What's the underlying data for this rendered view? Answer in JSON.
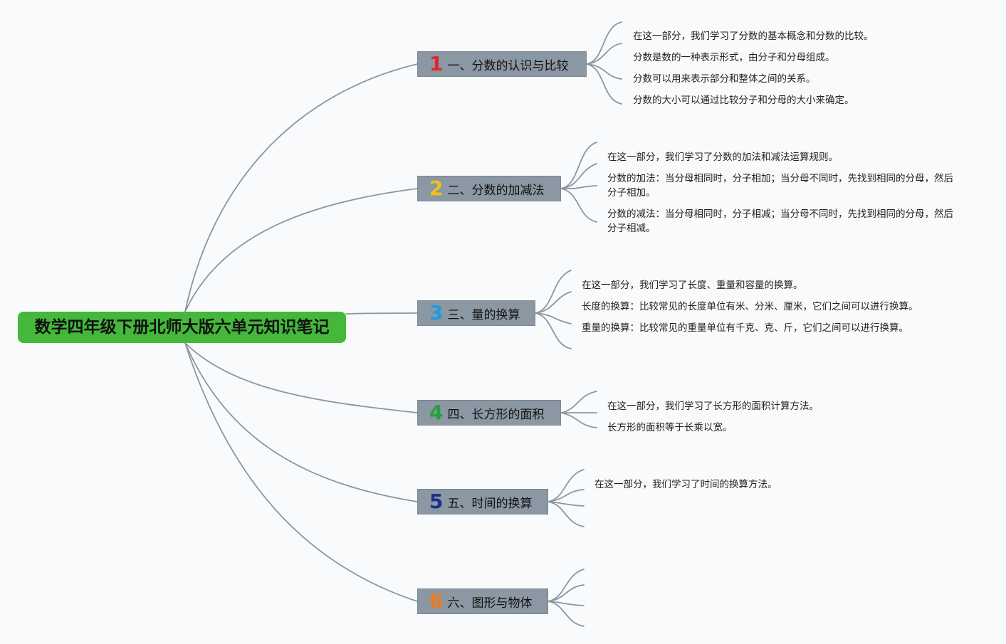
{
  "root": {
    "title": "数学四年级下册北师大版六单元知识笔记"
  },
  "colors": {
    "root_bg": "#44b83a",
    "topic_bg": "#8b97a3",
    "line": "#8a96a3"
  },
  "topics": [
    {
      "num": "1",
      "num_color": "#e0262b",
      "label": "一、分数的认识与比较",
      "notes": [
        "在这一部分，我们学习了分数的基本概念和分数的比较。",
        "分数是数的一种表示形式，由分子和分母组成。",
        "分数可以用来表示部分和整体之间的关系。",
        "分数的大小可以通过比较分子和分母的大小来确定。"
      ]
    },
    {
      "num": "2",
      "num_color": "#f2c21b",
      "label": "二、分数的加减法",
      "notes": [
        "在这一部分，我们学习了分数的加法和减法运算规则。",
        "分数的加法：当分母相同时，分子相加；当分母不同时，先找到相同的分母，然后分子相加。",
        "分数的减法：当分母相同时，分子相减；当分母不同时，先找到相同的分母，然后分子相减。"
      ]
    },
    {
      "num": "3",
      "num_color": "#1a9be0",
      "label": "三、量的换算",
      "notes": [
        "在这一部分，我们学习了长度、重量和容量的换算。",
        "长度的换算：比较常见的长度单位有米、分米、厘米，它们之间可以进行换算。",
        "重量的换算：比较常见的重量单位有千克、克、斤，它们之间可以进行换算。"
      ]
    },
    {
      "num": "4",
      "num_color": "#25a03a",
      "label": "四、长方形的面积",
      "notes": [
        "在这一部分，我们学习了长方形的面积计算方法。",
        "长方形的面积等于长乘以宽。"
      ]
    },
    {
      "num": "5",
      "num_color": "#1c2f8c",
      "label": "五、时间的换算",
      "notes": [
        "在这一部分，我们学习了时间的换算方法。"
      ]
    },
    {
      "num": "6",
      "num_color": "#f07a1a",
      "label": "六、图形与物体",
      "notes": []
    }
  ]
}
